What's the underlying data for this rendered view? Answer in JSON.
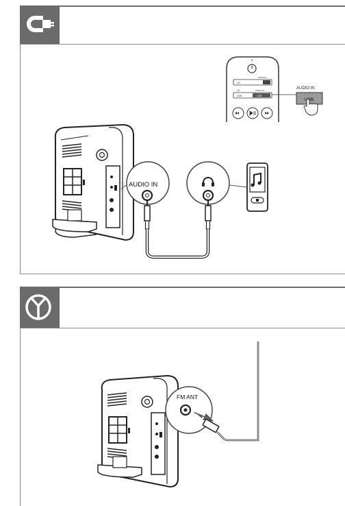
{
  "section_top": {
    "icon": "audio-cable-icon",
    "remote": {
      "label_pairing": "PAIRING",
      "label_cd": "CD",
      "label_fm": "FM",
      "label_dab": "DAB",
      "label_audio_in": "AUDIO IN",
      "label_usb": "USB",
      "callout_audio_in": "AUDIO IN",
      "callout_usb": "USB"
    },
    "jack_label": "AUDIO IN",
    "player_icon": "music-note-icon",
    "headphone_icon": "headphone-icon"
  },
  "section_bottom": {
    "icon": "antenna-icon",
    "fm_label": "FM ANT"
  }
}
